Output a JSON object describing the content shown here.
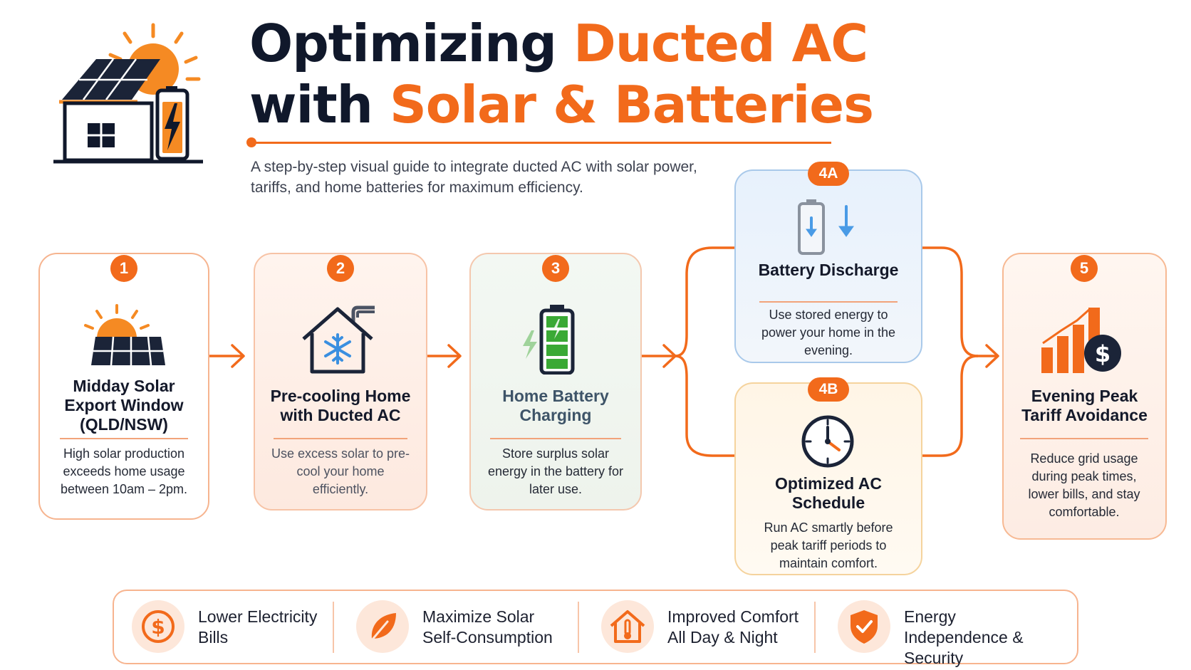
{
  "header": {
    "title_line1_dark": "Optimizing",
    "title_line1_accent": "Ducted AC",
    "title_line2_dark": "with",
    "title_line2_accent": "Solar & Batteries",
    "subtitle": "A step-by-step visual guide to integrate ducted AC with solar power, tariffs, and home batteries for maximum efficiency."
  },
  "steps": [
    {
      "badge": "1",
      "title": "Midday Solar Export Window (QLD/NSW)",
      "body": "High solar production exceeds home usage between 10am – 2pm.",
      "icon": "solar-panel-sun-icon"
    },
    {
      "badge": "2",
      "title": "Pre-cooling Home with Ducted AC",
      "body": "Use excess solar to pre-cool your home efficiently.",
      "icon": "house-snowflake-icon"
    },
    {
      "badge": "3",
      "title": "Home Battery Charging",
      "body": "Store surplus solar energy in the battery for later use.",
      "icon": "battery-charging-icon"
    },
    {
      "badge": "4A",
      "title": "Battery Discharge",
      "body": "Use stored energy to power your home in the evening.",
      "icon": "battery-discharge-icon"
    },
    {
      "badge": "4B",
      "title": "Optimized AC Schedule",
      "body": "Run AC smartly before peak tariff periods to maintain comfort.",
      "icon": "clock-icon"
    },
    {
      "badge": "5",
      "title": "Evening Peak Tariff Avoidance",
      "body": "Reduce grid usage during peak times, lower bills, and stay comfortable.",
      "icon": "bar-chart-dollar-icon"
    }
  ],
  "benefits": [
    {
      "label": "Lower Electricity Bills",
      "icon": "dollar-icon"
    },
    {
      "label": "Maximize Solar Self-Consumption",
      "icon": "leaf-icon"
    },
    {
      "label": "Improved Comfort All Day & Night",
      "icon": "house-thermometer-icon"
    },
    {
      "label": "Energy Independence & Security",
      "icon": "shield-check-icon"
    }
  ],
  "colors": {
    "accent": "#f26a1b",
    "navy": "#10182b",
    "battery_green": "#3aa935",
    "discharge_blue": "#4a9be6"
  }
}
